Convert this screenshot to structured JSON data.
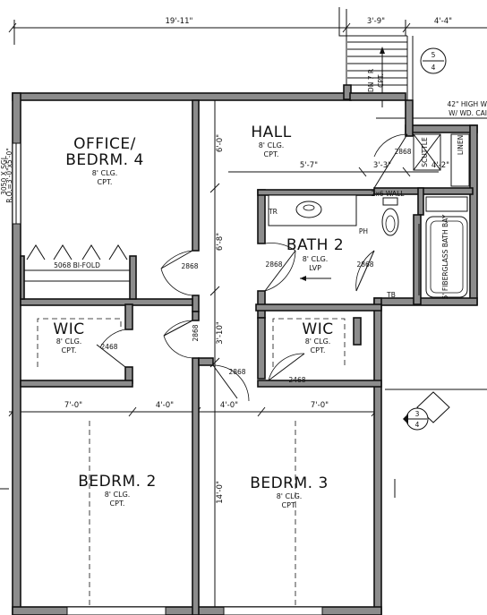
{
  "rooms": {
    "office_title_1": "OFFICE/",
    "office_title_2": "BEDRM. 4",
    "office_clg": "8' CLG.",
    "office_cpt": "CPT.",
    "hall_title": "HALL",
    "hall_clg": "8' CLG.",
    "hall_cpt": "CPT.",
    "bath_title": "BATH 2",
    "bath_clg": "8' CLG.",
    "bath_lvp": "LVP",
    "wic1_title": "WIC",
    "wic1_clg": "8' CLG.",
    "wic1_cpt": "CPT.",
    "wic2_title": "WIC",
    "wic2_clg": "8' CLG.",
    "wic2_cpt": "CPT.",
    "bed2_title": "BEDRM. 2",
    "bed2_clg": "8' CLG.",
    "bed2_cpt": "CPT.",
    "bed3_title": "BEDRM. 3",
    "bed3_clg": "8' CLG.",
    "bed3_cpt": "CPT."
  },
  "dimensions": {
    "top_overall": "19'-11\"",
    "top_stair": "3'-9\"",
    "top_right": "4'-4\"",
    "hall_height": "6'-0\"",
    "hall_width": "5'-7\"",
    "bath_offset": "3'-3\"",
    "linen_width": "4'-2\"",
    "mid_height": "6'-8\"",
    "wic_height": "3'-10\"",
    "bed_height": "14'-0\"",
    "row_1": "7'-0\"",
    "row_2": "4'-0\"",
    "row_3": "4'-0\"",
    "row_4": "7'-0\""
  },
  "labels": {
    "closet": "5068 BI-FOLD",
    "door_office": "2868",
    "door_hall": "2868",
    "door_bath_left": "2868",
    "door_bath_right": "2868",
    "door_wic1": "2468",
    "door_wic1_side": "2868",
    "door_hall_small": "2868",
    "door_wic2": "2468",
    "tr": "TR",
    "ph": "PH",
    "tb": "TB",
    "wall_note": "2x6 WALL",
    "scuttle": "SCUTTLE",
    "linen": "LINEN",
    "bath_bay": "5' FIBERGLASS BATH BAY",
    "stair_dn": "DN 7 R",
    "stair_cpt": "CPT.",
    "rail_1": "42\" HIGH W",
    "rail_2": "W/ WD. CAI",
    "window_1": "3050 X SGL",
    "window_2": "R.O.=3'-0\"x5'-0\"",
    "callout_top_num": "5",
    "callout_top_den": "4",
    "callout_mid_num": "3",
    "callout_mid_den": "4"
  }
}
